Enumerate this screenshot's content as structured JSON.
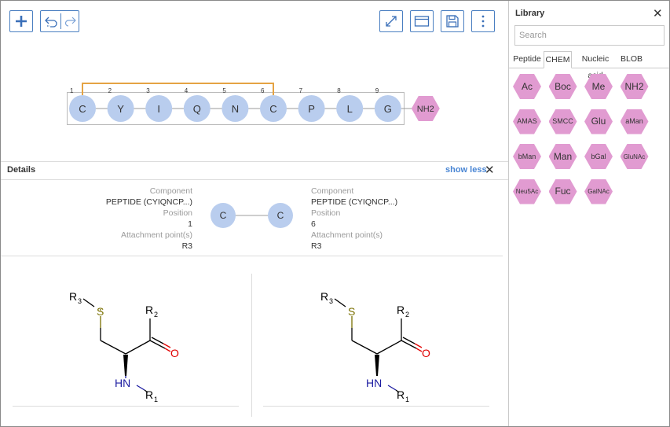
{
  "toolbar": {
    "add_icon": "plus-icon",
    "undo_icon": "undo-icon",
    "redo_icon": "redo-icon",
    "fullscreen_icon": "expand-icon",
    "window_icon": "window-icon",
    "save_icon": "save-icon",
    "more_icon": "vertical-dots-icon"
  },
  "sequence": {
    "monomers": [
      {
        "num": "1",
        "label": "C"
      },
      {
        "num": "2",
        "label": "Y"
      },
      {
        "num": "3",
        "label": "I"
      },
      {
        "num": "4",
        "label": "Q"
      },
      {
        "num": "5",
        "label": "N"
      },
      {
        "num": "6",
        "label": "C"
      },
      {
        "num": "7",
        "label": "P"
      },
      {
        "num": "8",
        "label": "L"
      },
      {
        "num": "9",
        "label": "G"
      }
    ],
    "terminal": "NH2",
    "colors": {
      "monomer": "#b9cdee",
      "terminal": "#e19bd1",
      "bond": "#e5a343"
    }
  },
  "details": {
    "title": "Details",
    "show_less": "show less",
    "left": {
      "component_label": "Component",
      "component_value": "PEPTIDE (CYIQNCP...)",
      "position_label": "Position",
      "position_value": "1",
      "attachment_label": "Attachment point(s)",
      "attachment_value": "R3"
    },
    "right": {
      "component_label": "Component",
      "component_value": "PEPTIDE (CYIQNCP...)",
      "position_label": "Position",
      "position_value": "6",
      "attachment_label": "Attachment point(s)",
      "attachment_value": "R3"
    },
    "bond_left": "C",
    "bond_right": "C"
  },
  "structure": {
    "r3": "R",
    "r3_sub": "3",
    "s": "S",
    "r2": "R",
    "r2_sub": "2",
    "o": "O",
    "nh": "HN",
    "r1": "R",
    "r1_sub": "1"
  },
  "library": {
    "title": "Library",
    "search_placeholder": "Search",
    "tabs": [
      "Peptide",
      "CHEM",
      "Nucleic acid",
      "BLOB"
    ],
    "active_tab": "CHEM",
    "items": [
      {
        "label": "Ac",
        "size": "large"
      },
      {
        "label": "Boc",
        "size": "large"
      },
      {
        "label": "Me",
        "size": "large"
      },
      {
        "label": "NH2",
        "size": "large"
      },
      {
        "label": "AMAS",
        "size": "small"
      },
      {
        "label": "SMCC",
        "size": "small"
      },
      {
        "label": "Glu",
        "size": "large"
      },
      {
        "label": "aMan",
        "size": "small"
      },
      {
        "label": "bMan",
        "size": "small"
      },
      {
        "label": "Man",
        "size": "large"
      },
      {
        "label": "bGal",
        "size": "small"
      },
      {
        "label": "Glu NAc",
        "size": "tiny"
      },
      {
        "label": "Neu 5Ac",
        "size": "tiny"
      },
      {
        "label": "Fuc",
        "size": "large"
      },
      {
        "label": "Gal NAc",
        "size": "tiny"
      }
    ]
  }
}
